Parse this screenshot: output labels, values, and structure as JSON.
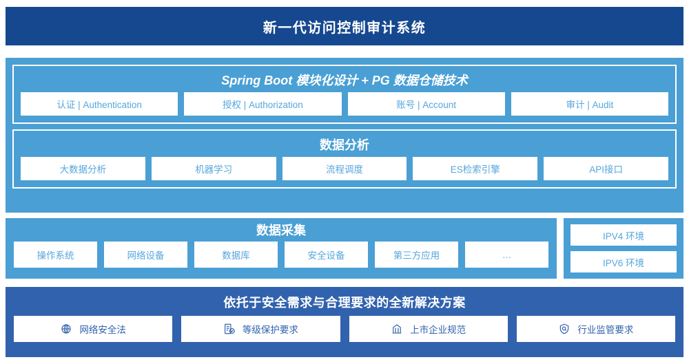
{
  "header": {
    "title": "新一代访问控制审计系统",
    "background": "#16488F",
    "text_color": "#FFFFFF"
  },
  "colors": {
    "navy": "#16488F",
    "light_blue": "#4A9FD4",
    "medium_blue": "#3162AD",
    "card_text_blue": "#56A6DC",
    "card_bg": "#FFFFFF"
  },
  "main_panel": {
    "sections": [
      {
        "heading": "Spring Boot 模块化设计 + PG 数据仓储技术",
        "cards": [
          {
            "label": "认证 | Authentication"
          },
          {
            "label": "授权 | Authorization"
          },
          {
            "label": "账号 | Account"
          },
          {
            "label": "审计 | Audit"
          }
        ]
      },
      {
        "heading": "数据分析",
        "cards": [
          {
            "label": "大数据分析"
          },
          {
            "label": "机器学习"
          },
          {
            "label": "流程调度"
          },
          {
            "label": "ES检索引擎"
          },
          {
            "label": "API接口"
          }
        ]
      }
    ]
  },
  "collection": {
    "heading": "数据采集",
    "cards": [
      {
        "label": "操作系统"
      },
      {
        "label": "网络设备"
      },
      {
        "label": "数据库"
      },
      {
        "label": "安全设备"
      },
      {
        "label": "第三方应用"
      },
      {
        "label": "…"
      }
    ]
  },
  "environments": {
    "items": [
      {
        "label": "IPV4 环境"
      },
      {
        "label": "IPV6 环境"
      }
    ]
  },
  "solution": {
    "heading": "依托于安全需求与合理要求的全新解决方案",
    "cards": [
      {
        "label": "网络安全法",
        "icon": "globe-icon"
      },
      {
        "label": "等级保护要求",
        "icon": "document-check-icon"
      },
      {
        "label": "上市企业规范",
        "icon": "bank-building-icon"
      },
      {
        "label": "行业监管要求",
        "icon": "shield-search-icon"
      }
    ]
  }
}
